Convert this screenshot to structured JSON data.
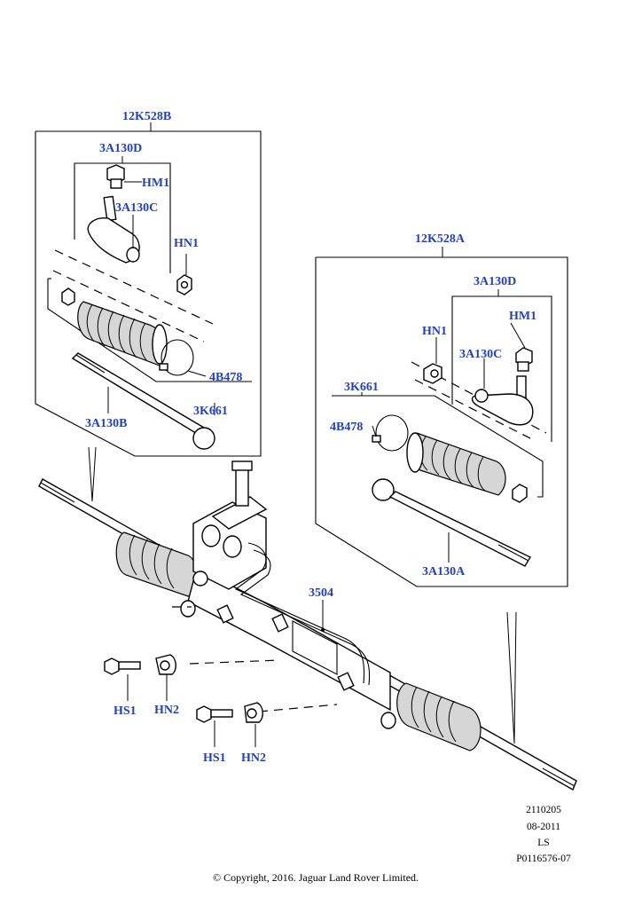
{
  "diagram": {
    "labels": {
      "kit_b": "12K528B",
      "kit_b_tie_rod_end_group": "3A130D",
      "kit_b_nut_hm1": "HM1",
      "kit_b_tie_rod_end": "3A130C",
      "kit_b_nut_hn1": "HN1",
      "kit_b_clip": "4B478",
      "kit_b_inner_rod": "3A130B",
      "kit_b_boot": "3K661",
      "kit_a": "12K528A",
      "kit_a_tie_rod_end_group": "3A130D",
      "kit_a_nut_hm1": "HM1",
      "kit_a_nut_hn1": "HN1",
      "kit_a_tie_rod_end": "3A130C",
      "kit_a_boot": "3K661",
      "kit_a_clip": "4B478",
      "kit_a_inner_rod": "3A130A",
      "steering_gear": "3504",
      "bolt_left": "HS1",
      "nut_left": "HN2",
      "bolt_right": "HS1",
      "nut_right": "HN2"
    },
    "meta": {
      "code": "2110205",
      "date": "08-2011",
      "type": "LS",
      "ref": "P0116576-07"
    },
    "copyright": "© Copyright, 2016. Jaguar Land Rover Limited."
  },
  "colors": {
    "label": "#1f3fd1",
    "line": "#000000",
    "background": "#ffffff"
  }
}
